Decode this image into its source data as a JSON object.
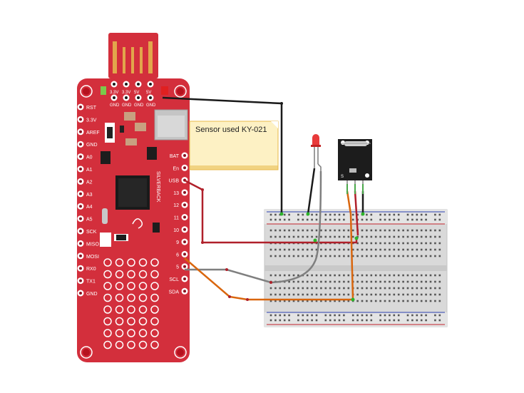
{
  "note": {
    "text": "Sensor used KY-021"
  },
  "board": {
    "name": "SILVERBACK",
    "top_power_labels": [
      "3.3V",
      "3.3V",
      "5V",
      "5V"
    ],
    "top_gnd_labels": [
      "GND",
      "GND",
      "GND",
      "GND"
    ],
    "left_pins": [
      "RST",
      "3.3V",
      "AREF",
      "GND",
      "A0",
      "A1",
      "A2",
      "A3",
      "A4",
      "A5",
      "SCK",
      "MISO",
      "MOSI",
      "RX0",
      "TX1",
      "GND"
    ],
    "right_pins": [
      "BAT",
      "En",
      "USB",
      "13",
      "12",
      "11",
      "10",
      "9",
      "6",
      "5",
      "SCL",
      "SDA"
    ]
  },
  "sensor": {
    "pin_labels": [
      "S",
      "-"
    ]
  },
  "colors": {
    "board_red": "#d32f3c",
    "wire_black": "#1a1a1a",
    "wire_red": "#b0202a",
    "wire_gray": "#7f7f7f",
    "wire_orange": "#d9660e",
    "wire_green": "#4aa84a",
    "note_yellow": "#fdf1c4"
  }
}
